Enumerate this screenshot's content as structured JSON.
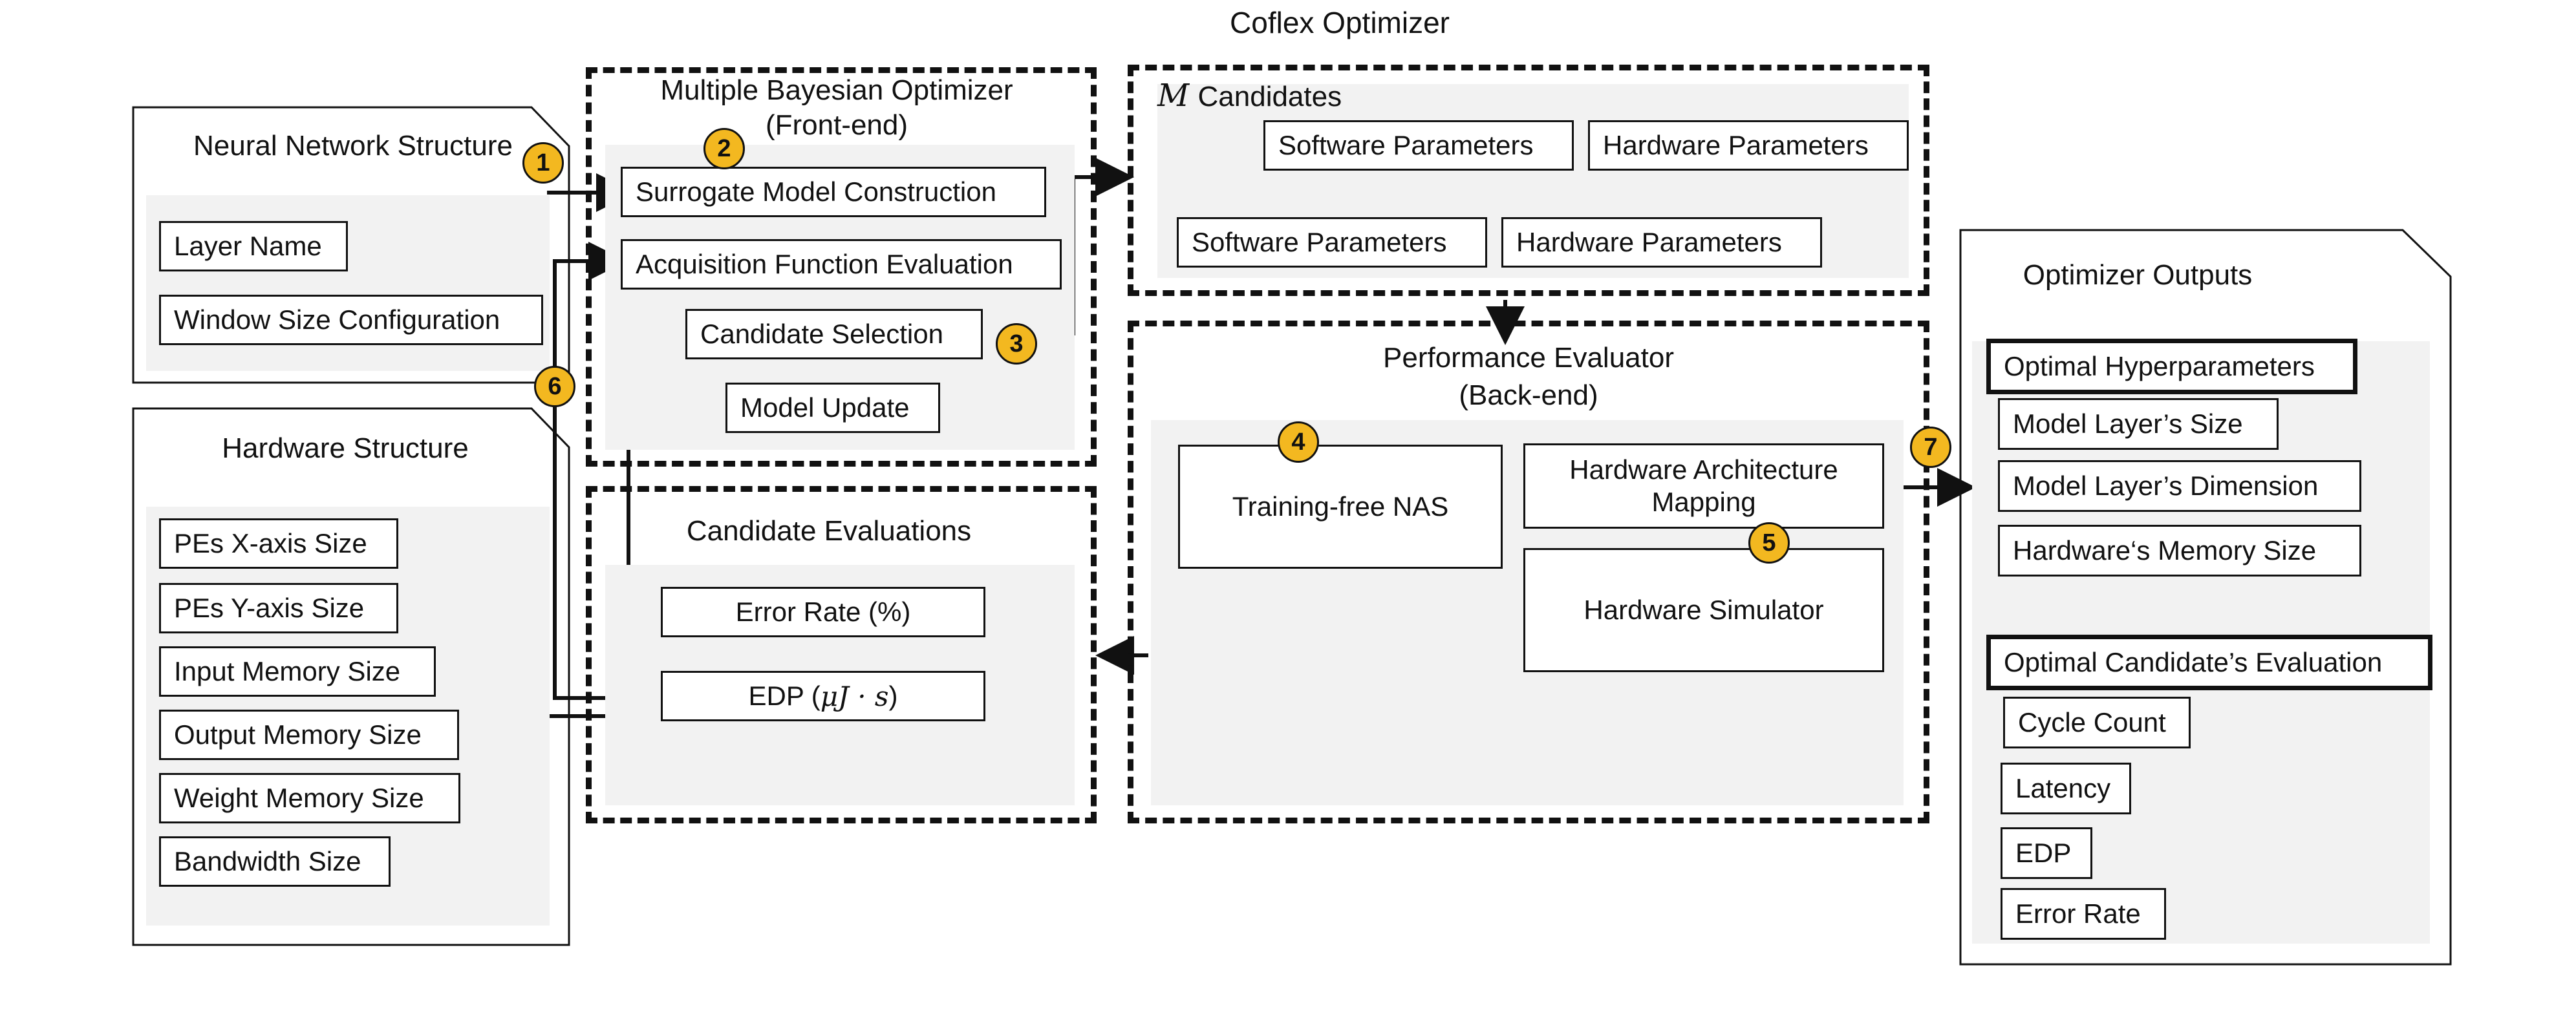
{
  "diagram": {
    "title": "Coflex Optimizer",
    "nn_structure": {
      "title": "Neural Network Structure",
      "items": [
        "Layer Name",
        "Window Size Configuration"
      ]
    },
    "hw_structure": {
      "title": "Hardware Structure",
      "items": [
        "PEs X-axis Size",
        "PEs Y-axis Size",
        "Input Memory Size",
        "Output Memory Size",
        "Weight Memory Size",
        "Bandwidth Size"
      ]
    },
    "bayesian": {
      "title_line1": "Multiple Bayesian Optimizer",
      "title_line2": "(Front-end)",
      "steps": [
        "Surrogate Model Construction",
        "Acquisition Function Evaluation",
        "Candidate Selection",
        "Model Update"
      ]
    },
    "candidate_evaluations": {
      "title": "Candidate Evaluations",
      "error_rate": "Error Rate (%)",
      "edp_prefix": "EDP (",
      "edp_math": "μJ · s",
      "edp_suffix": ")"
    },
    "candidates": {
      "m_symbol": "M",
      "title": "Candidates",
      "software": "Software Parameters",
      "hardware": "Hardware Parameters"
    },
    "performance": {
      "title_line1": "Performance Evaluator",
      "title_line2": "(Back-end)",
      "nas": "Training-free NAS",
      "mapping_line1": "Hardware Architecture",
      "mapping_line2": "Mapping",
      "simulator": "Hardware Simulator"
    },
    "outputs": {
      "title": "Optimizer Outputs",
      "hyper_title": "Optimal Hyperparameters",
      "hyper_items": [
        "Model Layer’s Size",
        "Model Layer’s Dimension",
        "Hardware‘s Memory Size"
      ],
      "eval_title": "Optimal Candidate’s Evaluation",
      "eval_items": [
        "Cycle Count",
        "Latency",
        "EDP",
        "Error Rate"
      ]
    },
    "badges": [
      "1",
      "2",
      "3",
      "4",
      "5",
      "6",
      "7"
    ]
  },
  "colors": {
    "badge": "#f3b820",
    "panel": "#f2f2f2",
    "line": "#111111"
  }
}
